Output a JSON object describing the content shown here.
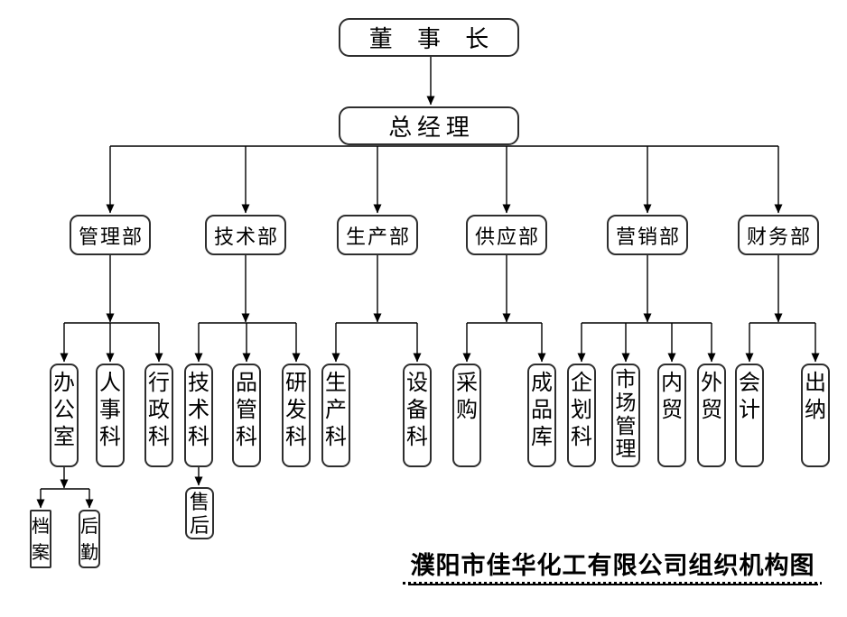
{
  "page": {
    "background": "#ffffff",
    "line_color": "#000000"
  },
  "title": "濮阳市佳华化工有限公司组织机构图",
  "org": {
    "chairman": "董事长",
    "general_manager": "总经理",
    "departments": [
      {
        "label": "管理部",
        "children": [
          {
            "label": "办公室",
            "children": [
              {
                "label": "档案"
              },
              {
                "label": "后勤"
              }
            ]
          },
          {
            "label": "人事科"
          },
          {
            "label": "行政科"
          }
        ]
      },
      {
        "label": "技术部",
        "children": [
          {
            "label": "技术科",
            "children": [
              {
                "label": "售后"
              }
            ]
          },
          {
            "label": "品管科"
          },
          {
            "label": "研发科"
          }
        ]
      },
      {
        "label": "生产部",
        "children": [
          {
            "label": "生产科"
          },
          {
            "label": "设备科"
          }
        ]
      },
      {
        "label": "供应部",
        "children": [
          {
            "label": "采购"
          },
          {
            "label": "成品库"
          }
        ]
      },
      {
        "label": "营销部",
        "children": [
          {
            "label": "企划科"
          },
          {
            "label": "市场管理"
          },
          {
            "label": "内贸"
          },
          {
            "label": "外贸"
          }
        ]
      },
      {
        "label": "财务部",
        "children": [
          {
            "label": "会计"
          },
          {
            "label": "出纳"
          }
        ]
      }
    ]
  }
}
